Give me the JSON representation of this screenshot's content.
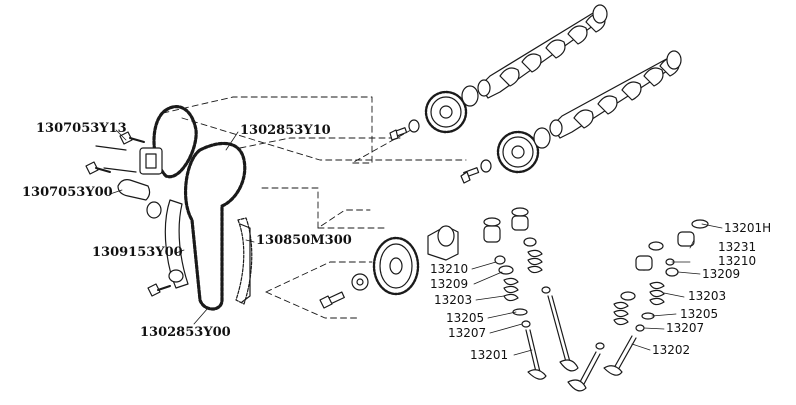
{
  "diagram": {
    "callouts": {
      "p1307053Y13": "1307053Y13",
      "p1302853Y10": "1302853Y10",
      "p1307053Y00": "1307053Y00",
      "p1309153Y00": "1309153Y00",
      "p130850M300": "130850M300",
      "p1302853Y00": "1302853Y00",
      "p13201H": "13201H",
      "p13231": "13231",
      "p13210a": "13210",
      "p13210b": "13210",
      "p13209a": "13209",
      "p13209b": "13209",
      "p13203a": "13203",
      "p13203b": "13203",
      "p13205a": "13205",
      "p13205b": "13205",
      "p13207a": "13207",
      "p13207b": "13207",
      "p13201": "13201",
      "p13202": "13202"
    }
  }
}
